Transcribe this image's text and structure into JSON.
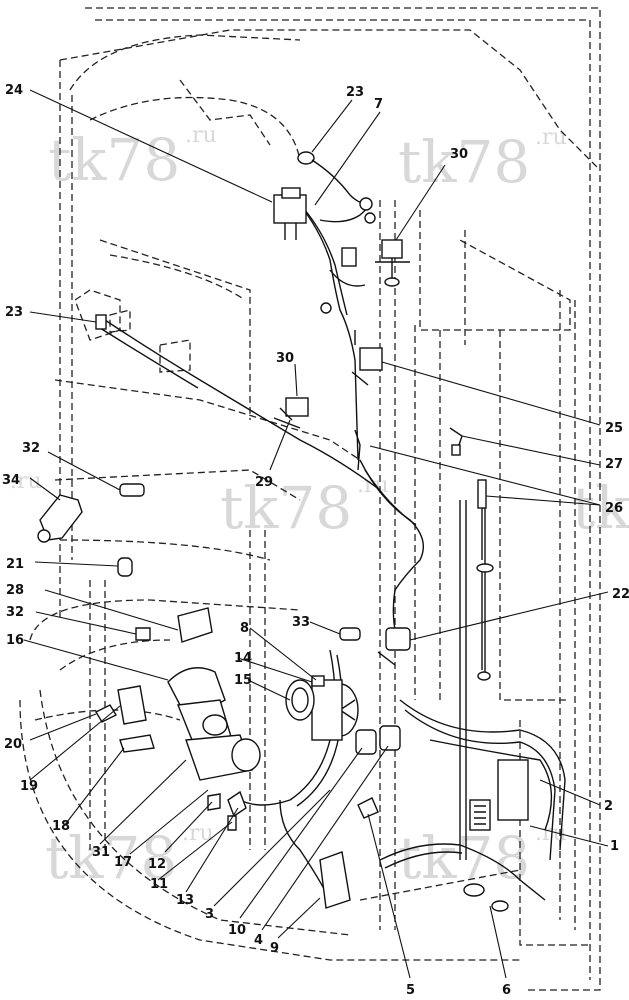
{
  "watermark": {
    "text": "tk78",
    "suffix": ".ru"
  },
  "callouts": [
    {
      "id": "c24",
      "text": "24"
    },
    {
      "id": "c23a",
      "text": "23"
    },
    {
      "id": "c7",
      "text": "7"
    },
    {
      "id": "c30a",
      "text": "30"
    },
    {
      "id": "c23b",
      "text": "23"
    },
    {
      "id": "c30b",
      "text": "30"
    },
    {
      "id": "c25",
      "text": "25"
    },
    {
      "id": "c29",
      "text": "29"
    },
    {
      "id": "c27",
      "text": "27"
    },
    {
      "id": "c32a",
      "text": "32"
    },
    {
      "id": "c34",
      "text": "34"
    },
    {
      "id": "c26",
      "text": "26"
    },
    {
      "id": "c21",
      "text": "21"
    },
    {
      "id": "c28",
      "text": "28"
    },
    {
      "id": "c32b",
      "text": "32"
    },
    {
      "id": "c16",
      "text": "16"
    },
    {
      "id": "c8",
      "text": "8"
    },
    {
      "id": "c33",
      "text": "33"
    },
    {
      "id": "c22",
      "text": "22"
    },
    {
      "id": "c14",
      "text": "14"
    },
    {
      "id": "c15",
      "text": "15"
    },
    {
      "id": "c20",
      "text": "20"
    },
    {
      "id": "c19",
      "text": "19"
    },
    {
      "id": "c2",
      "text": "2"
    },
    {
      "id": "c1",
      "text": "1"
    },
    {
      "id": "c18",
      "text": "18"
    },
    {
      "id": "c31",
      "text": "31"
    },
    {
      "id": "c17",
      "text": "17"
    },
    {
      "id": "c12",
      "text": "12"
    },
    {
      "id": "c11",
      "text": "11"
    },
    {
      "id": "c13",
      "text": "13"
    },
    {
      "id": "c3",
      "text": "3"
    },
    {
      "id": "c10",
      "text": "10"
    },
    {
      "id": "c4",
      "text": "4"
    },
    {
      "id": "c9",
      "text": "9"
    },
    {
      "id": "c5",
      "text": "5"
    },
    {
      "id": "c6",
      "text": "6"
    }
  ]
}
